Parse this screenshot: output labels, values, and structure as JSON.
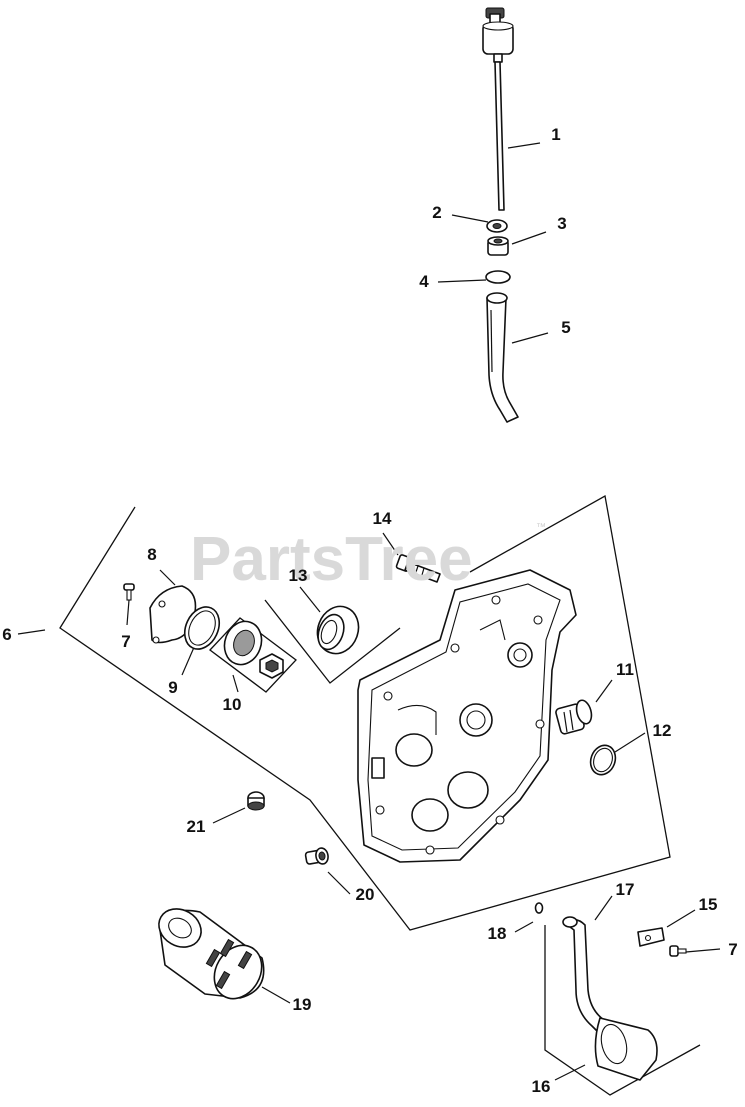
{
  "watermark": {
    "text": "PartsTree",
    "trademark": "™"
  },
  "callouts": [
    {
      "id": "c1",
      "label": "1"
    },
    {
      "id": "c2",
      "label": "2"
    },
    {
      "id": "c3",
      "label": "3"
    },
    {
      "id": "c4",
      "label": "4"
    },
    {
      "id": "c5",
      "label": "5"
    },
    {
      "id": "c6",
      "label": "6"
    },
    {
      "id": "c7a",
      "label": "7"
    },
    {
      "id": "c8",
      "label": "8"
    },
    {
      "id": "c9",
      "label": "9"
    },
    {
      "id": "c10",
      "label": "10"
    },
    {
      "id": "c11",
      "label": "11"
    },
    {
      "id": "c12",
      "label": "12"
    },
    {
      "id": "c13",
      "label": "13"
    },
    {
      "id": "c14",
      "label": "14"
    },
    {
      "id": "c15",
      "label": "15"
    },
    {
      "id": "c7b",
      "label": "7"
    },
    {
      "id": "c16",
      "label": "16"
    },
    {
      "id": "c17",
      "label": "17"
    },
    {
      "id": "c18",
      "label": "18"
    },
    {
      "id": "c19",
      "label": "19"
    },
    {
      "id": "c20",
      "label": "20"
    },
    {
      "id": "c21",
      "label": "21"
    }
  ]
}
